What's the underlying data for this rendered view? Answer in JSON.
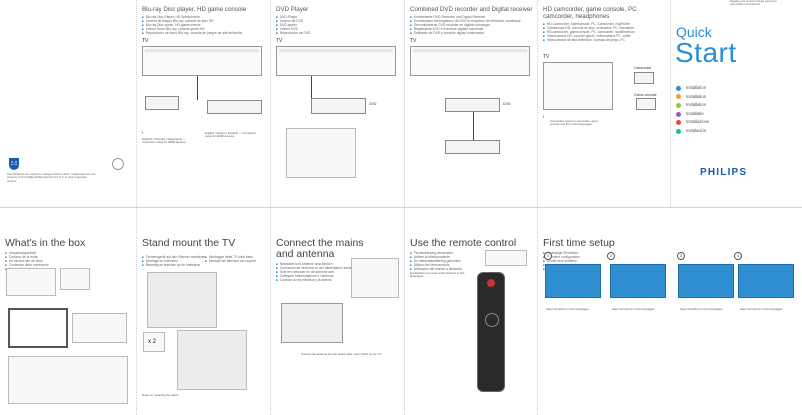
{
  "top_panels": [
    {
      "title": "Blu-ray Disc player, HD game console",
      "items": [
        "Blu-ray Disc Player, HD Spielkonsole",
        "Lecteur de disque Blu-ray, console de jeux HD",
        "Blu-ray Disc speler, HD-gameconsole",
        "Lettore Disco Blu-ray, console giochi HD",
        "Reproductor de disco Blu-ray, consola de juegos de alta definición"
      ],
      "tv_label": "TV"
    },
    {
      "title": "DVD Player",
      "items": [
        "DVD-Player",
        "Lecteur de DVD",
        "DVD-speler",
        "Lettore DVD",
        "Reproductor de DVD"
      ],
      "tv_label": "TV",
      "device_label": "DVD"
    },
    {
      "title": "Combined DVD recorder and Digital receiver",
      "items": [
        "Kombinierter DVD-Recorder und Digital Receiver",
        "Combinaison d'enregistreur de DVD et récepteur de télévision numérique",
        "Gecombineerde DVD-recorder en digitale ontvanger",
        "Registratore DVD e ricevitore digitale combinati",
        "Grabador de DVD y receptor digital combinados"
      ],
      "tv_label": "TV",
      "device_label": "DVD"
    },
    {
      "title": "HD camcorder, game console, PC",
      "subtitle": "camcorder, headphones",
      "items": [
        "HD-Camcorder, Spielkonsole, PC, Camcorder, Kopfhörer",
        "Caméscope HD, console de jeux, ordinateur, PC, écouteurs",
        "HD-camcorder, gameconsole, PC, camcorder, hoofdtelefoon",
        "Videocamera HD, console giochi, videocamera PC, cuffie",
        "Videocámara de alta definición, consola de juego, PC"
      ],
      "tv_label": "TV",
      "labels": [
        "Camcorder",
        "Game console"
      ]
    }
  ],
  "cover": {
    "top_note_1": "Register your product and get support at",
    "top_note_2": "www.philips.com/welcome",
    "title_small": "Quick",
    "title_big": "Start",
    "installs": [
      {
        "label": "Installation",
        "color": "#2a8fd4"
      },
      {
        "label": "Installation",
        "color": "#f2a52a"
      },
      {
        "label": "Installation",
        "color": "#8cc63f"
      },
      {
        "label": "Installatie",
        "color": "#9b59b6"
      },
      {
        "label": "Installazione",
        "color": "#e74c3c"
      },
      {
        "label": "Instalación",
        "color": "#1abc9c"
      }
    ],
    "brand": "PHILIPS"
  },
  "bottom_panels": [
    {
      "title": "What's in the box",
      "items": [
        "Verpackungsinhalt",
        "Contenu de la boîte",
        "De inhoud van de doos",
        "Contenuto della confezione",
        "Contenido de la caja"
      ]
    },
    {
      "title": "Stand mount the TV",
      "items": [
        "Fernsehgerät auf den Ständer montieren",
        "Montage du téléviseur",
        "Bevestig de televisie op de voetsteun"
      ],
      "items2": [
        "Montaggio della TV sulla base",
        "Montaje del televisor del soporte"
      ],
      "badge": "x 2"
    },
    {
      "title": "Connect the mains",
      "title2": "and antenna",
      "items": [
        "Netzkabel und Antenne anschließen",
        "Connexion de l'antenne et de l'alimentation secteur",
        "Sluit het netsnoer en de antenne aan",
        "Collegare l'alimentazione e l'antenna",
        "Conecte la red eléctrica y la antena"
      ]
    },
    {
      "title": "Use the remote control",
      "items": [
        "Fernbedienung verwenden",
        "Utiliser la télécommande",
        "De afstandsbediening gebruiken",
        "Utilizzo del telecomando",
        "Utilización del mando a distancia"
      ]
    },
    {
      "title": "First time setup",
      "items": [
        "Erstmalige Einrichten",
        "Première configuration",
        "Eerste keer instellen",
        "Impostazione iniziale",
        "Configuración inicial"
      ],
      "steps": [
        "1",
        "2",
        "3",
        "4"
      ]
    }
  ]
}
